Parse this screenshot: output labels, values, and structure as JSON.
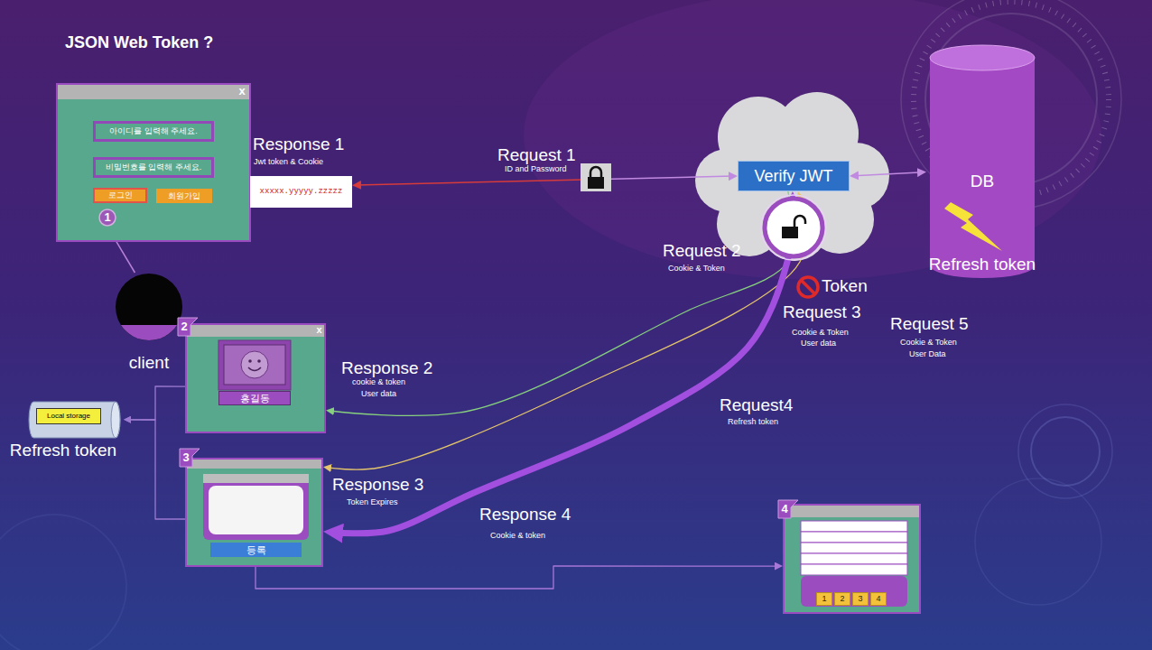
{
  "diagram": {
    "title": "JSON Web Token ?",
    "nodes": [
      {
        "text": [
          "x"
        ]
      },
      {
        "text": [
          "아이디를 입력해 주세요."
        ],
        "in": 0
      },
      {
        "text": [
          "비밀번호를 입력해 주세요."
        ],
        "in": 0
      },
      {
        "text": [
          "로그인"
        ],
        "in": 0
      },
      {
        "text": [
          "회원가입"
        ],
        "in": 0
      },
      {
        "text": [
          "1"
        ],
        "in": 0
      },
      {
        "text": [
          "xxxxx.yyyyy.zzzzz"
        ]
      },
      {
        "text": [
          "Verify JWT"
        ]
      },
      {
        "text": [
          "DB",
          "Refresh token"
        ]
      },
      {
        "text": [
          "client"
        ]
      },
      {
        "text": [
          "2",
          "x"
        ]
      },
      {
        "text": [
          "홍길동"
        ],
        "in": 10
      },
      {
        "text": [
          "Refresh token"
        ]
      },
      {
        "text": [
          "Local storage"
        ],
        "in": 12
      },
      {
        "text": [
          "3"
        ]
      },
      {
        "text": [
          "등록"
        ],
        "in": 14
      },
      {
        "text": [
          "4"
        ]
      },
      {
        "text": [
          "1"
        ],
        "in": 16
      },
      {
        "text": [
          "2"
        ],
        "in": 16
      },
      {
        "text": [
          "3"
        ],
        "in": 16
      },
      {
        "text": [
          "4"
        ],
        "in": 16
      }
    ],
    "edges": [
      {
        "from": 9,
        "to": 5,
        "arrow": "none"
      },
      {
        "from": 6,
        "to": 7,
        "arrow": "both"
      },
      {
        "from": 7,
        "to": 8,
        "arrow": "both"
      },
      {
        "from": 7,
        "to": 10,
        "arrow": "to"
      },
      {
        "from": 7,
        "to": 14,
        "arrow": "both"
      },
      {
        "from": 14,
        "to": 7,
        "arrow": "both"
      },
      {
        "from": 14,
        "to": 16,
        "arrow": "to"
      },
      {
        "from": 10,
        "to": 12,
        "arrow": "to"
      },
      {
        "from": 14,
        "to": 12,
        "arrow": "to"
      }
    ],
    "labels": [
      "Response 1",
      "Jwt token & Cookie",
      "Request 1",
      "ID and Password",
      "Request 2",
      "Cookie & Token",
      "Token",
      "Request 3",
      "Cookie & Token",
      "User data",
      "Request 5",
      "Cookie & Token",
      "User Data",
      "Response 2",
      "cookie & token",
      "User data",
      "Request4",
      "Refresh token",
      "Response 3",
      "Token Expires",
      "Response 4",
      "Cookie & token"
    ]
  }
}
